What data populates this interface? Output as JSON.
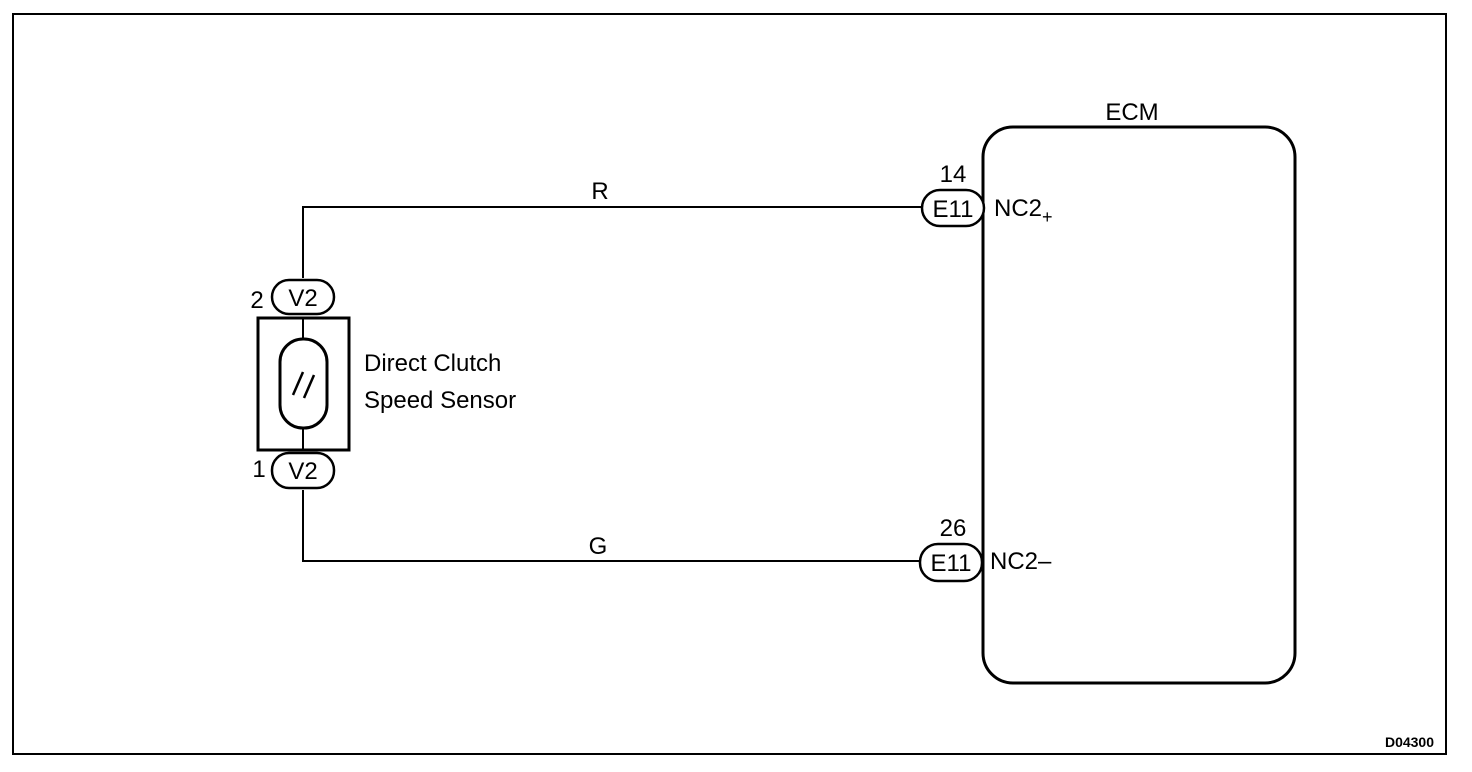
{
  "ecm": {
    "label": "ECM"
  },
  "sensor": {
    "line1": "Direct Clutch",
    "line2": "Speed Sensor"
  },
  "connectors": {
    "v2_top": {
      "code": "V2",
      "pin": "2"
    },
    "v2_bottom": {
      "code": "V2",
      "pin": "1"
    },
    "e11_top": {
      "code": "E11",
      "pin": "14",
      "terminal": "NC2",
      "terminal_sub": "+"
    },
    "e11_bottom": {
      "code": "E11",
      "pin": "26",
      "terminal": "NC2–"
    }
  },
  "wires": {
    "top_color": "R",
    "bottom_color": "G"
  },
  "figure_id": "D04300"
}
